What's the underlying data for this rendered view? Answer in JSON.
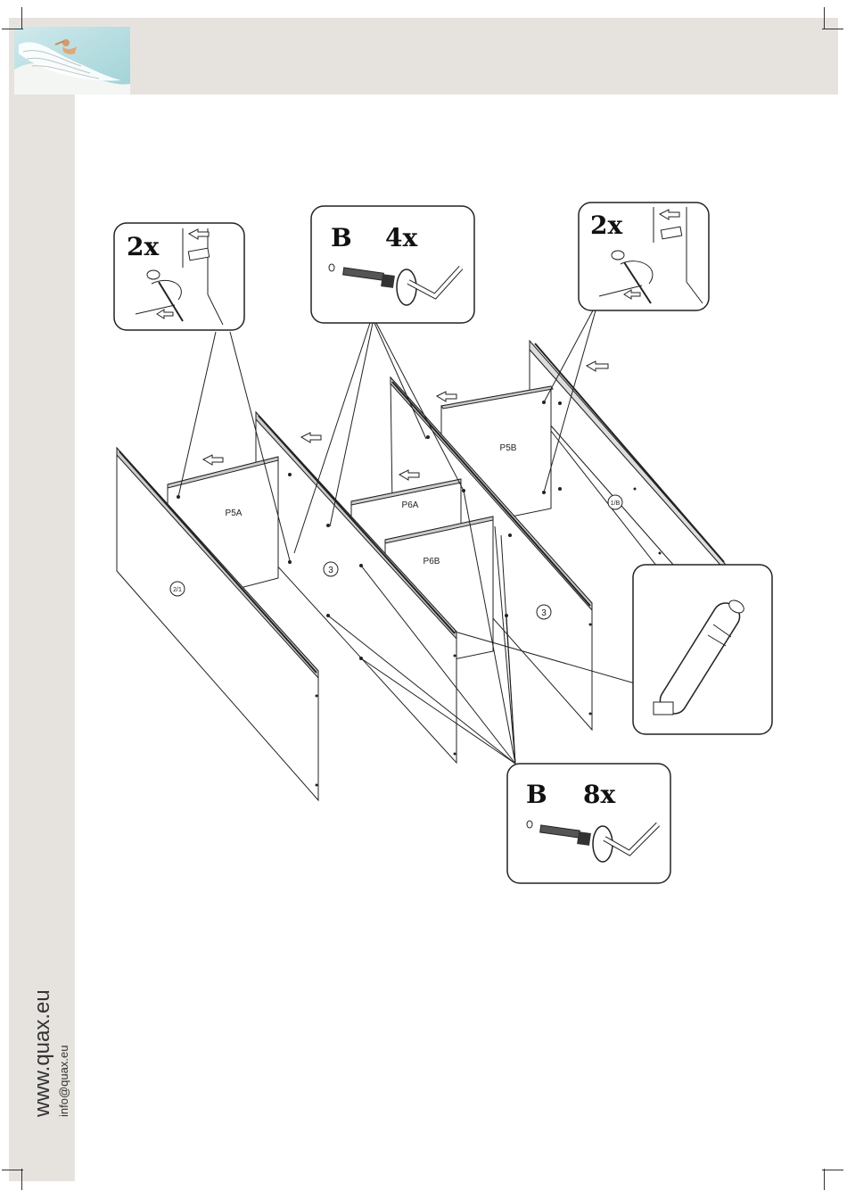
{
  "sidebar": {
    "website": "www.quax.eu",
    "email": "info@quax.eu"
  },
  "callouts": {
    "top_left": {
      "qty": "2x"
    },
    "top_center": {
      "part": "B",
      "qty": "4x"
    },
    "top_right": {
      "qty": "2x"
    },
    "bottom": {
      "part": "B",
      "qty": "8x"
    }
  },
  "panels": {
    "left_board": "2/1",
    "back_left": "P5A",
    "middle_left_divider": "3",
    "back_center": "P6A",
    "front_center": "P6B",
    "back_right": "P5B",
    "middle_right_divider": "3",
    "right_board": "1/B"
  },
  "colors": {
    "band": "#e6e3df",
    "line": "#222222"
  }
}
